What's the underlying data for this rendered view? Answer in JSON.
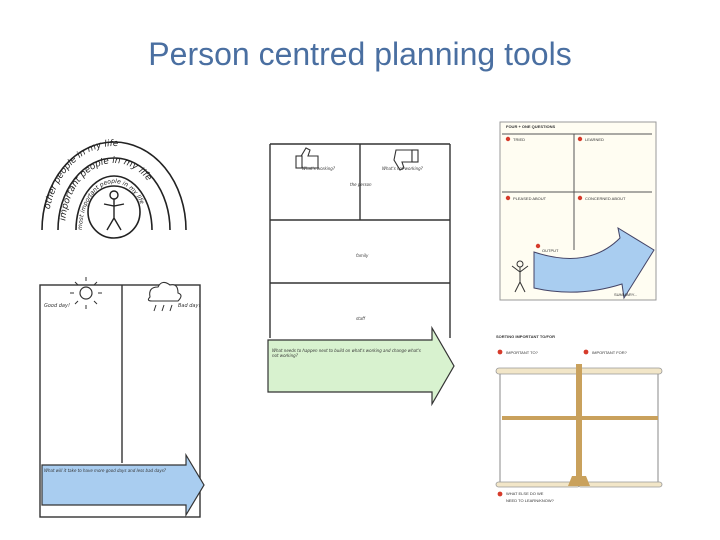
{
  "slide": {
    "title": "Person centred planning tools"
  },
  "circles": {
    "rings": [
      "other people in my life",
      "important people in my life",
      "most important people in my life"
    ]
  },
  "good_bad_day": {
    "good": "Good day!",
    "bad": "Bad day!",
    "arrow_text": "What will it take to have more good days and less bad days?"
  },
  "working_not_working": {
    "working": "What's working?",
    "not_working": "What's not working?",
    "rows": [
      "the person",
      "family",
      "staff"
    ],
    "arrow_text": "What needs to happen next to build on what's working and change what's not working?"
  },
  "four_plus_one": {
    "title": "FOUR + ONE QUESTIONS",
    "cells": [
      "TRIED",
      "LEARNED",
      "PLEASED ABOUT",
      "CONCERNED ABOUT"
    ],
    "arrow_label": "OUTPUT",
    "footer": "SUMMARY..."
  },
  "sorting": {
    "title": "SORTING IMPORTANT TO/FOR",
    "left": "IMPORTANT TO?",
    "right": "IMPORTANT FOR?",
    "footer_line1": "WHAT ELSE DO WE",
    "footer_line2": "NEED TO LEARN/KNOW?"
  },
  "colors": {
    "title": "#4a6fa1",
    "arrow_blue": "#a9cdf0",
    "arrow_green": "#d8f2cf",
    "dot": "#d63b2b",
    "paper": "#fffdf2"
  }
}
